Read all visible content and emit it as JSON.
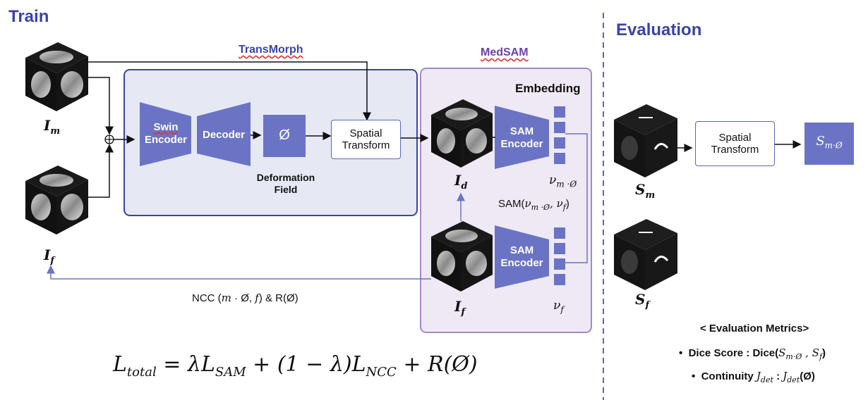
{
  "sections": {
    "train": "Train",
    "evaluation": "Evaluation"
  },
  "groups": {
    "transmorph": "TransMorph",
    "medsam": "MedSAM",
    "embedding": "Embedding"
  },
  "blocks": {
    "swin_encoder_1": "Swin",
    "swin_encoder_2": "Encoder",
    "decoder": "Decoder",
    "phi": "Ø",
    "spatial_transform_1": "Spatial",
    "spatial_transform_2": "Transform",
    "deformation_1": "Deformation",
    "deformation_2": "Field",
    "sam_encoder_1": "SAM",
    "sam_encoder_2": "Encoder"
  },
  "labels": {
    "I_m": "I_m",
    "I_f": "I_f",
    "I_d": "I_d",
    "S_m": "S_m",
    "S_f": "S_f",
    "v_mphi": "ν_m·Ø",
    "v_f": "ν_f",
    "sam_loss": "SAM(ν_m·Ø, ν_f)",
    "ncc_loss": "NCC (m · Ø, f) & R(Ø)",
    "S_mphi": "S_m·Ø"
  },
  "eval": {
    "spatial_transform_1": "Spatial",
    "spatial_transform_2": "Transform",
    "metrics_title": "< Evaluation Metrics>",
    "dice_label": "Dice Score : Dice(",
    "dice_args": "S_m·Ø , S_f)",
    "continuity_label": "Continuity",
    "continuity_args": "J_det : J_det(Ø)"
  },
  "formula": "L_total = λL_SAM + (1 − λ)L_NCC + R(Ø)",
  "colors": {
    "accent": "#6b74c4",
    "title": "#3a43a8",
    "medsam_bg": "#efe9f6",
    "transmorph_bg": "#e6e9f4"
  }
}
